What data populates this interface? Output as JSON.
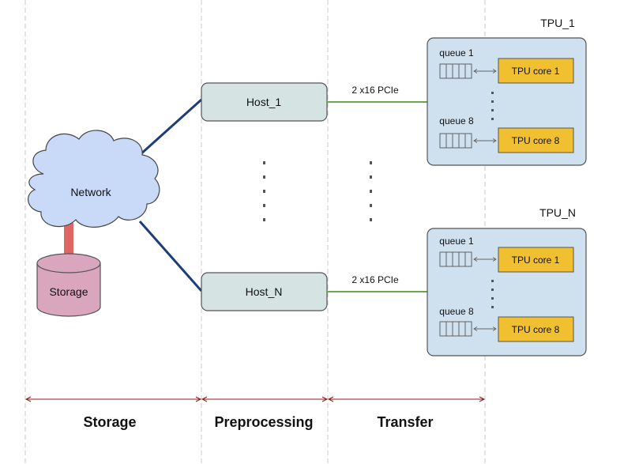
{
  "network": {
    "label": "Network"
  },
  "storage": {
    "label": "Storage"
  },
  "hosts": [
    {
      "label": "Host_1"
    },
    {
      "label": "Host_N"
    }
  ],
  "links": [
    {
      "label": "2 x16 PCIe"
    },
    {
      "label": "2 x16 PCIe"
    }
  ],
  "tpus": [
    {
      "title": "TPU_1",
      "queue_top": "queue 1",
      "core_top": "TPU core 1",
      "queue_bottom": "queue 8",
      "core_bottom": "TPU core 8"
    },
    {
      "title": "TPU_N",
      "queue_top": "queue 1",
      "core_top": "TPU core 1",
      "queue_bottom": "queue 8",
      "core_bottom": "TPU core 8"
    }
  ],
  "stages": [
    {
      "label": "Storage"
    },
    {
      "label": "Preprocessing"
    },
    {
      "label": "Transfer"
    }
  ],
  "colors": {
    "host_fill": "#d5e4e3",
    "tpu_fill": "#cfe0ef",
    "core_fill": "#f0c030",
    "storage_fill": "#d9a6bd",
    "cloud_fill": "#c9daf8",
    "network_line": "#1c3d7a",
    "pcie_line": "#6aa84f",
    "storage_link": "#e06666",
    "stage_arrow": "#8b1a1a"
  }
}
